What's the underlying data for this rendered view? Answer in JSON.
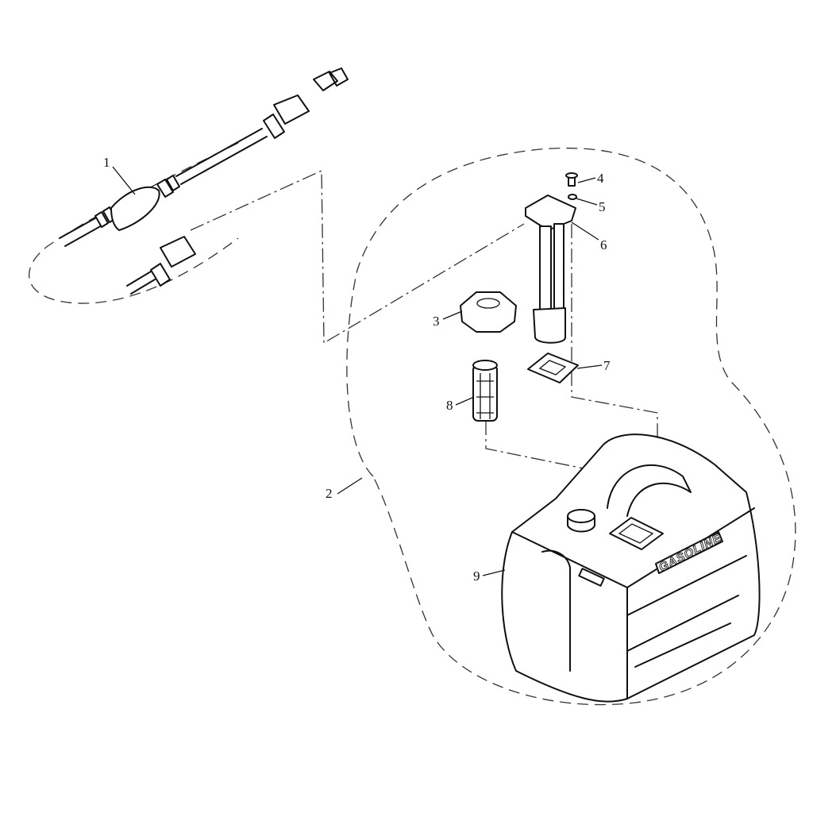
{
  "diagram": {
    "type": "exploded-parts-diagram",
    "callouts": [
      {
        "number": "1",
        "part": "fuel-hose-with-primer-bulb"
      },
      {
        "number": "2",
        "part": "fuel-tank-assembly"
      },
      {
        "number": "3",
        "part": "cap-nut"
      },
      {
        "number": "4",
        "part": "screw"
      },
      {
        "number": "5",
        "part": "washer"
      },
      {
        "number": "6",
        "part": "fuel-gauge-unit"
      },
      {
        "number": "7",
        "part": "gasket"
      },
      {
        "number": "8",
        "part": "filter"
      },
      {
        "number": "9",
        "part": "fuel-tank"
      }
    ],
    "tank_label": "GASOLINE"
  }
}
